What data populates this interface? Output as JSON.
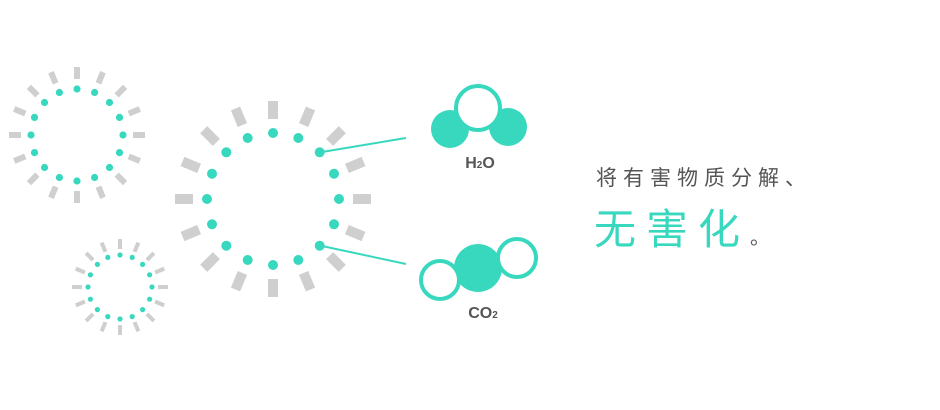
{
  "colors": {
    "accent": "#38d8bf",
    "ray": "#cfcfcf",
    "text": "#555555"
  },
  "molecules": {
    "water": {
      "formula_main": "H",
      "formula_sub": "2",
      "formula_tail": "O"
    },
    "co2": {
      "formula_main": "CO",
      "formula_sub": "2"
    }
  },
  "text": {
    "caption": "将有害物质分解、",
    "headline": "无害化",
    "headline_end": "。"
  }
}
